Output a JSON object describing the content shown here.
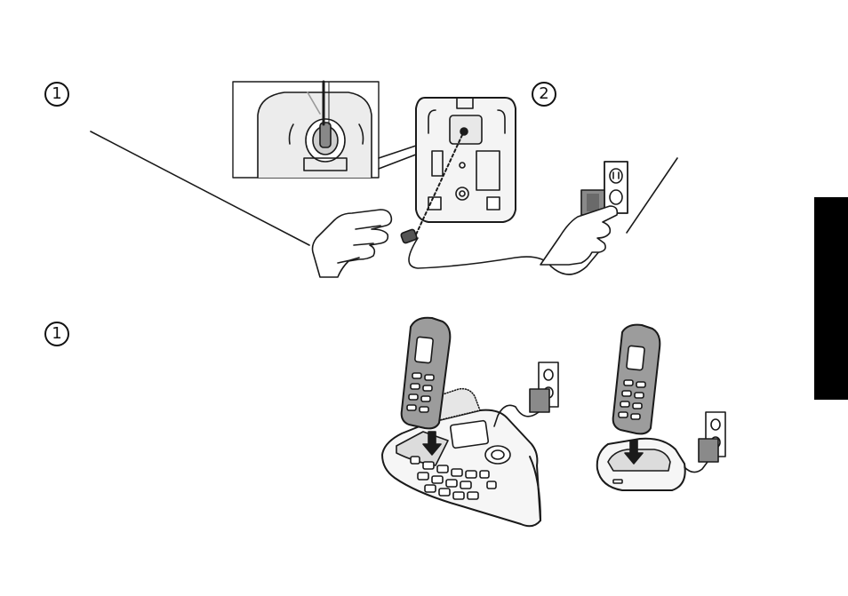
{
  "steps": {
    "step1_marker": "1",
    "step2_marker": "2",
    "step1b_marker": "1"
  },
  "colors": {
    "ink": "#1a1a1a",
    "fill_light": "#e6e6e6",
    "fill_mid": "#9a9a9a",
    "tab": "#000000"
  },
  "icons": [
    "pointing-hand-icon",
    "arrow-down-icon",
    "wall-outlet-icon",
    "ac-adapter-icon"
  ]
}
